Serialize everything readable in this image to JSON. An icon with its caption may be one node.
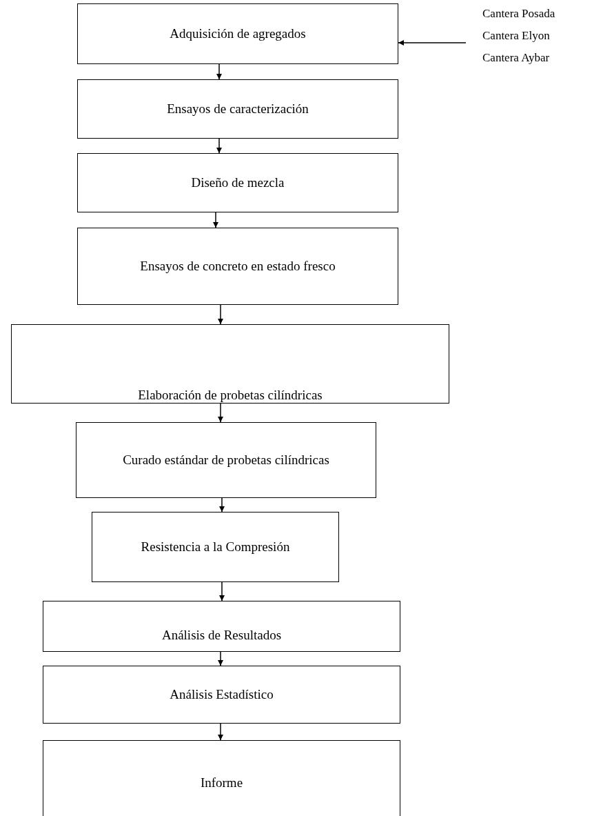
{
  "diagram": {
    "nodes": [
      {
        "text": [
          "Adquisición de agregados"
        ]
      },
      {
        "text": [
          "Ensayos de caracterización"
        ]
      },
      {
        "text": [
          "Diseño de mezcla"
        ]
      },
      {
        "text": [
          "Ensayos de concreto en estado fresco"
        ]
      },
      {
        "text": [
          "Elaboración de probetas cilíndricas"
        ]
      },
      {
        "text": [
          "Curado estándar de probetas cilíndricas"
        ]
      },
      {
        "text": [
          "Resistencia a la Compresión"
        ]
      },
      {
        "text": [
          "Análisis de Resultados"
        ]
      },
      {
        "text": [
          "Análisis Estadístico"
        ]
      },
      {
        "text": [
          "Informe"
        ]
      },
      {
        "text": [
          "Cantera Posada",
          "Cantera Elyon",
          "Cantera Aybar"
        ]
      }
    ],
    "edges": [
      {
        "from": 10,
        "to": 0,
        "arrow": "to"
      },
      {
        "from": 0,
        "to": 1,
        "arrow": "to"
      },
      {
        "from": 1,
        "to": 2,
        "arrow": "to"
      },
      {
        "from": 2,
        "to": 3,
        "arrow": "to"
      },
      {
        "from": 3,
        "to": 4,
        "arrow": "to"
      },
      {
        "from": 4,
        "to": 5,
        "arrow": "to"
      },
      {
        "from": 5,
        "to": 6,
        "arrow": "to"
      },
      {
        "from": 6,
        "to": 7,
        "arrow": "to"
      },
      {
        "from": 7,
        "to": 8,
        "arrow": "to"
      },
      {
        "from": 8,
        "to": 9,
        "arrow": "to"
      }
    ]
  }
}
